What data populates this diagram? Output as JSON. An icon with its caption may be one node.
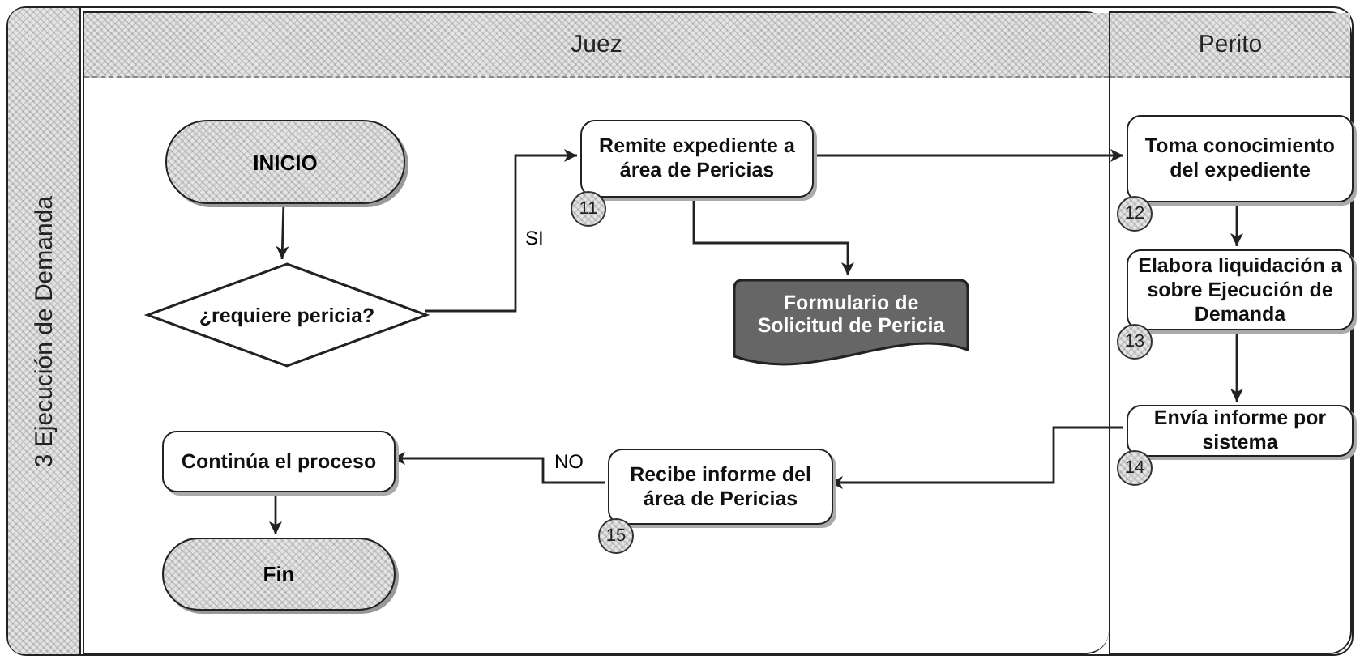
{
  "diagram": {
    "nodes": [
      {
        "text": [
          "3 Ejecución de Demanda"
        ]
      },
      {
        "text": [
          "Juez"
        ],
        "in": 0
      },
      {
        "text": [
          "Perito"
        ],
        "in": 0
      },
      {
        "text": [
          "INICIO"
        ],
        "in": 1
      },
      {
        "text": [
          "¿requiere pericia?"
        ],
        "in": 1
      },
      {
        "text": [
          "Remite expediente a área de Pericias"
        ],
        "in": 1,
        "beside": [
          "11"
        ]
      },
      {
        "text": [
          "Formulario de Solicitud de Pericia"
        ],
        "in": 1
      },
      {
        "text": [
          "Toma conocimiento del expediente"
        ],
        "in": 2,
        "beside": [
          "12"
        ]
      },
      {
        "text": [
          "Elabora liquidación a sobre Ejecución de Demanda"
        ],
        "in": 2,
        "beside": [
          "13"
        ]
      },
      {
        "text": [
          "Envía informe por sistema"
        ],
        "in": 2,
        "beside": [
          "14"
        ]
      },
      {
        "text": [
          "Recibe informe del área de Pericias"
        ],
        "in": 1,
        "beside": [
          "15"
        ]
      },
      {
        "text": [
          "Continúa el proceso"
        ],
        "in": 1
      },
      {
        "text": [
          "Fin"
        ],
        "in": 1
      }
    ],
    "edges": [
      {
        "from": 3,
        "to": 4,
        "arrow": "to"
      },
      {
        "from": 4,
        "to": 5,
        "arrow": "to",
        "label": "SI"
      },
      {
        "from": 5,
        "to": 7,
        "arrow": "to"
      },
      {
        "from": 5,
        "to": 6,
        "arrow": "to"
      },
      {
        "from": 7,
        "to": 8,
        "arrow": "to"
      },
      {
        "from": 8,
        "to": 9,
        "arrow": "to"
      },
      {
        "from": 9,
        "to": 10,
        "arrow": "to"
      },
      {
        "from": 10,
        "to": 11,
        "arrow": "to",
        "label": "NO"
      },
      {
        "from": 11,
        "to": 12,
        "arrow": "to"
      }
    ]
  }
}
